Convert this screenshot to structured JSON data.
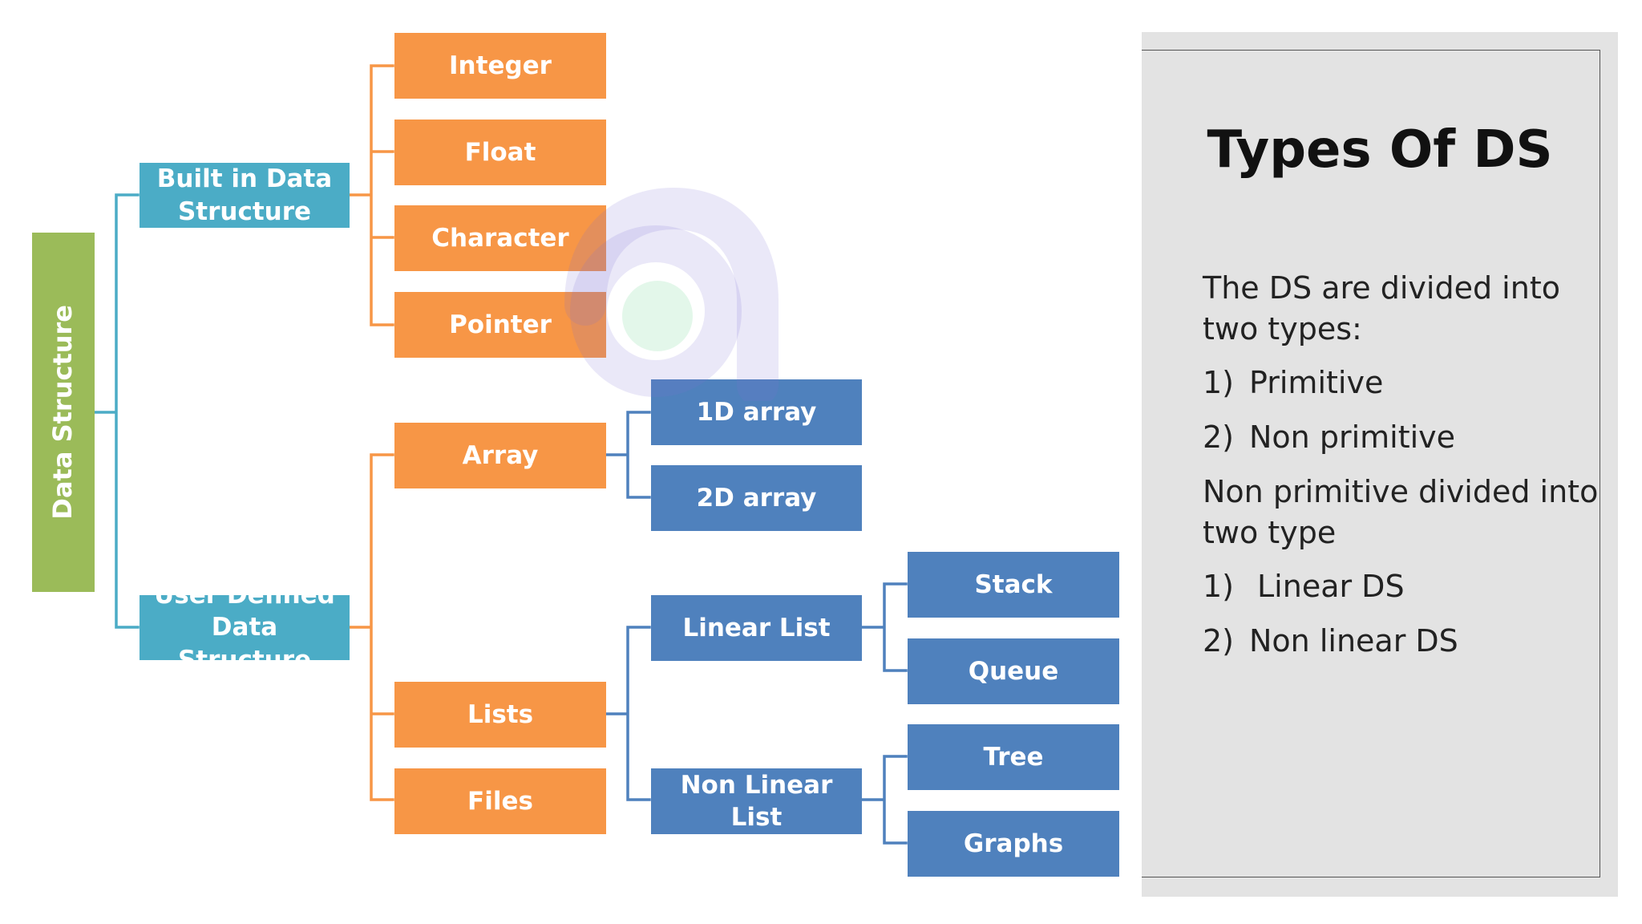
{
  "diagram": {
    "root": "Data Structure",
    "builtin": {
      "label": "Built in Data Structure",
      "children": [
        "Integer",
        "Float",
        "Character",
        "Pointer"
      ]
    },
    "userdefined": {
      "label": "User Defined Data Structure",
      "array": {
        "label": "Array",
        "children": [
          "1D array",
          "2D array"
        ]
      },
      "lists": {
        "label": "Lists",
        "linear": {
          "label": "Linear List",
          "children": [
            "Stack",
            "Queue"
          ]
        },
        "nonlinear": {
          "label": "Non Linear List",
          "children": [
            "Tree",
            "Graphs"
          ]
        }
      },
      "files": "Files"
    },
    "colors": {
      "root": "#9bbb59",
      "level1": "#4bacc6",
      "orange": "#f79646",
      "blue": "#4f81bd"
    }
  },
  "panel": {
    "title": "Types Of DS",
    "intro": "The DS are divided into two types:",
    "types": [
      {
        "num": "1)",
        "text": "Primitive"
      },
      {
        "num": "2)",
        "text": "Non primitive"
      }
    ],
    "sub_intro": "Non primitive divided into two type",
    "sub_types": [
      {
        "num": "1)",
        "text": "Linear DS"
      },
      {
        "num": "2)",
        "text": "Non linear DS"
      }
    ],
    "background": "#e3e3e3"
  },
  "watermark": {
    "icon": "letter-a-logo"
  }
}
